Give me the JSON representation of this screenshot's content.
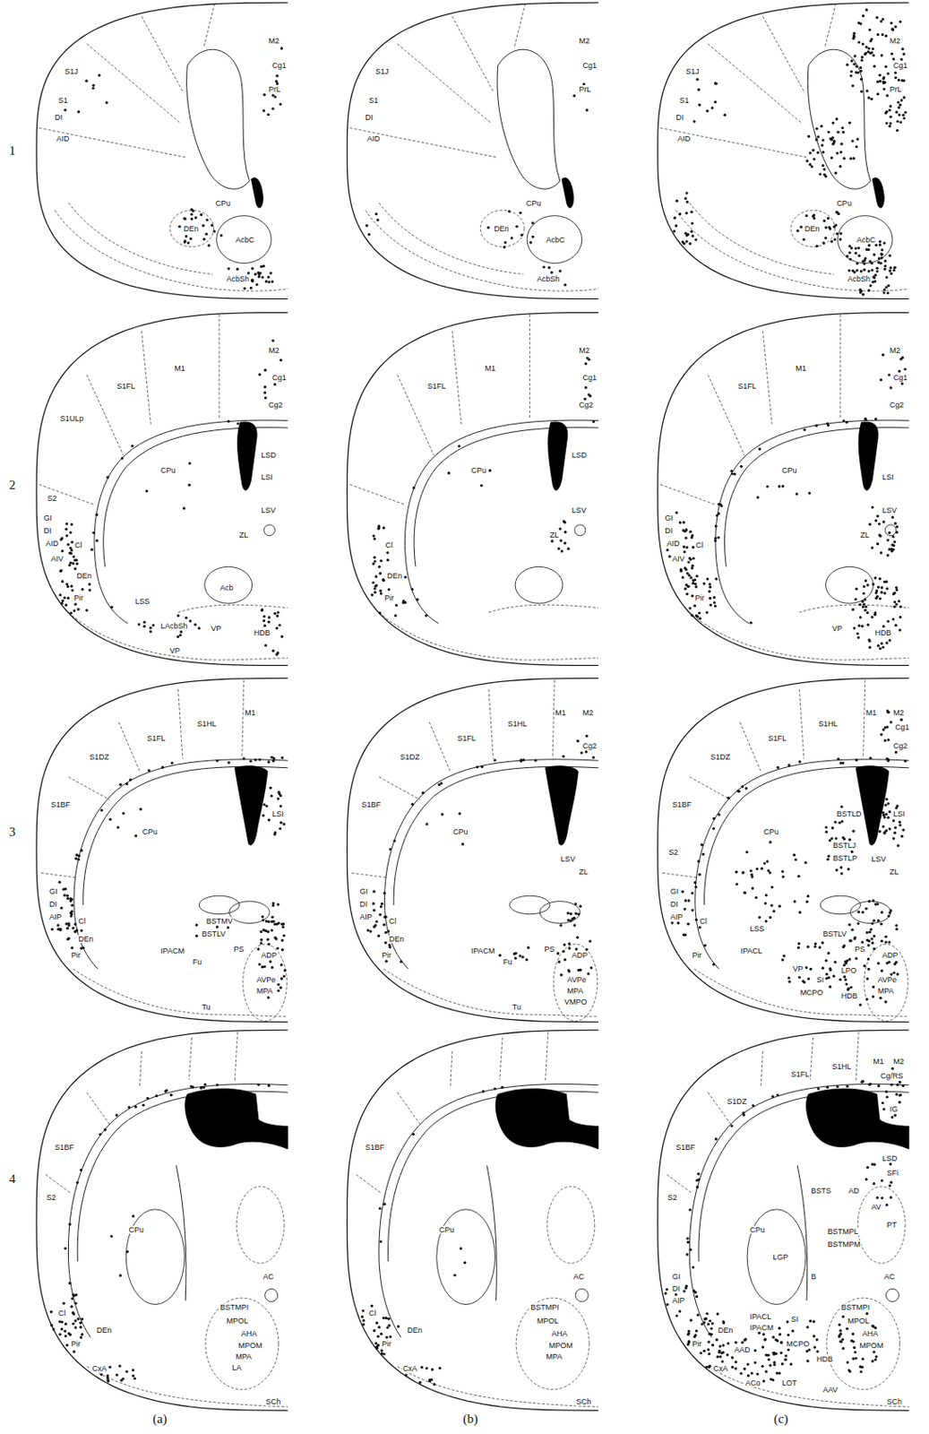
{
  "diagram": {
    "labels": [
      "1",
      "2",
      "3",
      "4",
      "(a)",
      "(b)",
      "(c)",
      "S1J",
      "S1",
      "DI",
      "AID",
      "M2",
      "Cg1",
      "PrL",
      "CPu",
      "DEn",
      "AcbC",
      "AcbSh",
      "S1J",
      "S1",
      "DI",
      "AID",
      "M2",
      "Cg1",
      "PrL",
      "CPu",
      "DEn",
      "AcbC",
      "AcbSh",
      "S1J",
      "S1",
      "DI",
      "AID",
      "M2",
      "Cg1",
      "PrL",
      "CPu",
      "DEn",
      "AcbC",
      "AcbSh",
      "M2",
      "M1",
      "S1FL",
      "S1ULp",
      "Cg1",
      "Cg2",
      "S2",
      "GI",
      "DI",
      "AID",
      "AIV",
      "Cl",
      "DEn",
      "CPu",
      "LSD",
      "LSI",
      "LSV",
      "ZL",
      "Pir",
      "LSS",
      "Acb",
      "LAcbSh",
      "VP",
      "HDB",
      "VP",
      "M2",
      "M1",
      "S1FL",
      "Cg1",
      "Cg2",
      "Cl",
      "DEn",
      "CPu",
      "LSD",
      "LSV",
      "ZL",
      "Pir",
      "M2",
      "M1",
      "S1FL",
      "Cg1",
      "Cg2",
      "GI",
      "DI",
      "AID",
      "AIV",
      "Cl",
      "CPu",
      "LSI",
      "LSV",
      "ZL",
      "Pir",
      "VP",
      "HDB",
      "M1",
      "S1HL",
      "S1FL",
      "S1DZ",
      "S1BF",
      "CPu",
      "LSI",
      "GI",
      "DI",
      "AIP",
      "Cl",
      "DEn",
      "Pir",
      "BSTMV",
      "BSTLV",
      "IPACM",
      "Fu",
      "PS",
      "ADP",
      "AVPe",
      "MPA",
      "Tu",
      "M1",
      "M2",
      "Cg2",
      "S1HL",
      "S1FL",
      "S1DZ",
      "S1BF",
      "CPu",
      "LSV",
      "ZL",
      "GI",
      "DI",
      "AIP",
      "Cl",
      "DEn",
      "Pir",
      "IPACM",
      "Fu",
      "PS",
      "ADP",
      "AVPe",
      "MPA",
      "VMPO",
      "Tu",
      "M1",
      "M2",
      "Cg1",
      "Cg2",
      "S1HL",
      "S1FL",
      "S1DZ",
      "S1BF",
      "S2",
      "CPu",
      "LSI",
      "LSV",
      "ZL",
      "GI",
      "DI",
      "AIP",
      "Cl",
      "Pir",
      "BSTLV",
      "PS",
      "ADP",
      "AVPe",
      "MPA",
      "BSTLD",
      "BSTLJ",
      "BSTLP",
      "LSS",
      "IPACL",
      "VP",
      "SI",
      "LPO",
      "MCPO",
      "HDB",
      "S1BF",
      "S2",
      "CPu",
      "Cl",
      "DEn",
      "Pir",
      "CxA",
      "BSTMPI",
      "MPOL",
      "AHA",
      "MPOM",
      "MPA",
      "LA",
      "AC",
      "SCh",
      "S1BF",
      "CPu",
      "Cl",
      "DEn",
      "Pir",
      "CxA",
      "BSTMPI",
      "MPOL",
      "AHA",
      "MPOM",
      "MPA",
      "AC",
      "SCh",
      "M1",
      "M2",
      "Cg/RS",
      "S1HL",
      "S1FL",
      "S1DZ",
      "S1BF",
      "S2",
      "CPu",
      "GI",
      "DI",
      "AIP",
      "DEn",
      "Pir",
      "CxA",
      "BSTMPI",
      "MPOL",
      "AHA",
      "MPOM",
      "AC",
      "SCh",
      "IG",
      "LSD",
      "SFi",
      "BSTS",
      "AD",
      "AV",
      "PT",
      "BSTMPL",
      "BSTMPM",
      "LGP",
      "B",
      "IPACL",
      "IPACM",
      "SI",
      "MCPO",
      "HDB",
      "AAD",
      "ACo",
      "LOT",
      "AAV"
    ]
  }
}
